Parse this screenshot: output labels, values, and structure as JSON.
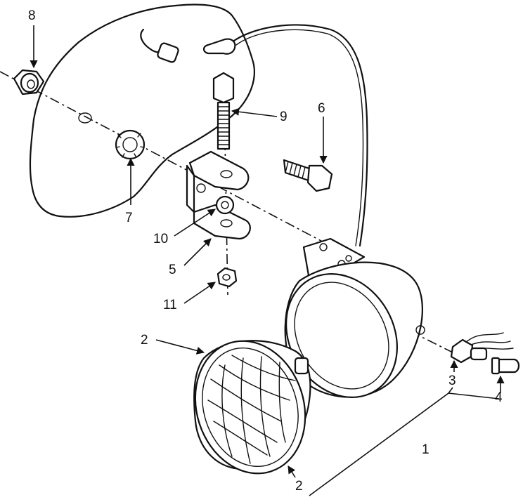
{
  "callouts": [
    {
      "key": "c1",
      "text": "1"
    },
    {
      "key": "c2a",
      "text": "2"
    },
    {
      "key": "c2b",
      "text": "2"
    },
    {
      "key": "c3",
      "text": "3"
    },
    {
      "key": "c4",
      "text": "4"
    },
    {
      "key": "c5",
      "text": "5"
    },
    {
      "key": "c6",
      "text": "6"
    },
    {
      "key": "c7",
      "text": "7"
    },
    {
      "key": "c8",
      "text": "8"
    },
    {
      "key": "c9",
      "text": "9"
    },
    {
      "key": "c10",
      "text": "10"
    },
    {
      "key": "c11",
      "text": "11"
    }
  ],
  "colors": {
    "ink": "#111111",
    "paper": "#ffffff"
  }
}
